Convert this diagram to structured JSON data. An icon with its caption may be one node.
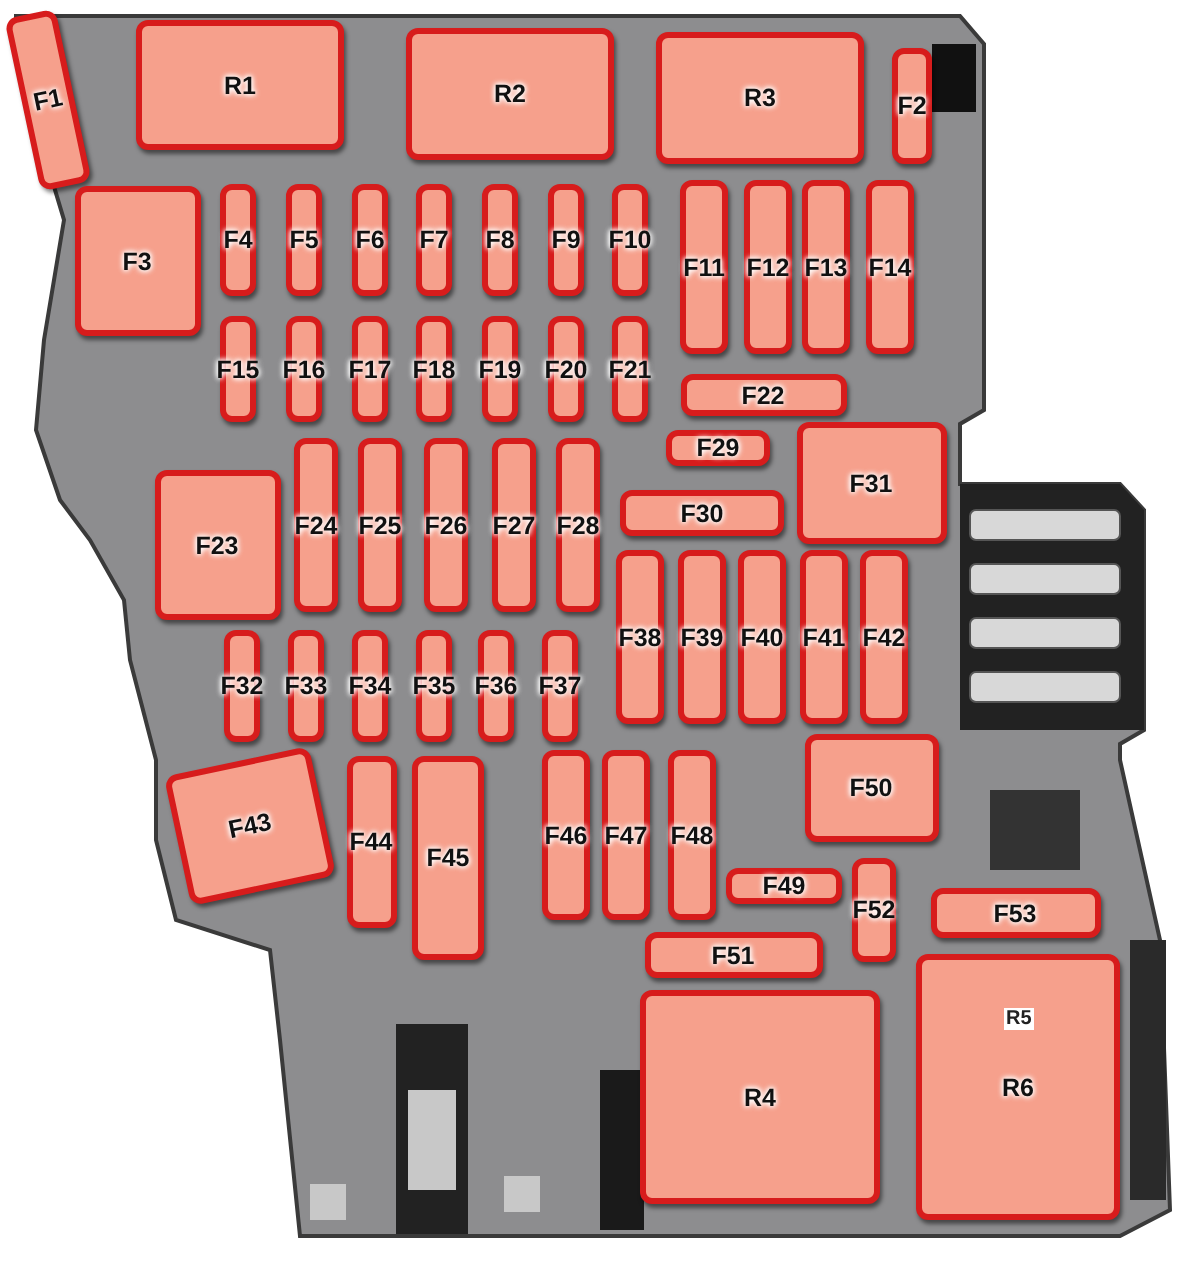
{
  "diagram": {
    "nodes": [
      {
        "text": [
          "F1"
        ]
      },
      {
        "text": [
          "R1"
        ]
      },
      {
        "text": [
          "R2"
        ]
      },
      {
        "text": [
          "R3"
        ]
      },
      {
        "text": [
          "F2"
        ]
      },
      {
        "text": [
          "F3"
        ]
      },
      {
        "text": [
          "F4"
        ]
      },
      {
        "text": [
          "F5"
        ]
      },
      {
        "text": [
          "F6"
        ]
      },
      {
        "text": [
          "F7"
        ]
      },
      {
        "text": [
          "F8"
        ]
      },
      {
        "text": [
          "F9"
        ]
      },
      {
        "text": [
          "F10"
        ]
      },
      {
        "text": [
          "F11"
        ]
      },
      {
        "text": [
          "F12"
        ]
      },
      {
        "text": [
          "F13"
        ]
      },
      {
        "text": [
          "F14"
        ]
      },
      {
        "text": [
          "F15"
        ]
      },
      {
        "text": [
          "F16"
        ]
      },
      {
        "text": [
          "F17"
        ]
      },
      {
        "text": [
          "F18"
        ]
      },
      {
        "text": [
          "F19"
        ]
      },
      {
        "text": [
          "F20"
        ]
      },
      {
        "text": [
          "F21"
        ]
      },
      {
        "text": [
          "F22"
        ]
      },
      {
        "text": [
          "F29"
        ]
      },
      {
        "text": [
          "F23"
        ]
      },
      {
        "text": [
          "F24"
        ]
      },
      {
        "text": [
          "F25"
        ]
      },
      {
        "text": [
          "F26"
        ]
      },
      {
        "text": [
          "F27"
        ]
      },
      {
        "text": [
          "F28"
        ]
      },
      {
        "text": [
          "F30"
        ]
      },
      {
        "text": [
          "F31"
        ]
      },
      {
        "text": [
          "F32"
        ]
      },
      {
        "text": [
          "F33"
        ]
      },
      {
        "text": [
          "F34"
        ]
      },
      {
        "text": [
          "F35"
        ]
      },
      {
        "text": [
          "F36"
        ]
      },
      {
        "text": [
          "F37"
        ]
      },
      {
        "text": [
          "F38"
        ]
      },
      {
        "text": [
          "F39"
        ]
      },
      {
        "text": [
          "F40"
        ]
      },
      {
        "text": [
          "F41"
        ]
      },
      {
        "text": [
          "F42"
        ]
      },
      {
        "text": [
          "F43"
        ]
      },
      {
        "text": [
          "F44"
        ]
      },
      {
        "text": [
          "F45"
        ]
      },
      {
        "text": [
          "F46"
        ]
      },
      {
        "text": [
          "F47"
        ]
      },
      {
        "text": [
          "F48"
        ]
      },
      {
        "text": [
          "F50"
        ]
      },
      {
        "text": [
          "F49"
        ]
      },
      {
        "text": [
          "F52"
        ]
      },
      {
        "text": [
          "F53"
        ]
      },
      {
        "text": [
          "F51"
        ]
      },
      {
        "text": [
          "R4"
        ]
      },
      {
        "text": [
          "R6"
        ]
      }
    ],
    "labels": [
      "R5"
    ]
  }
}
